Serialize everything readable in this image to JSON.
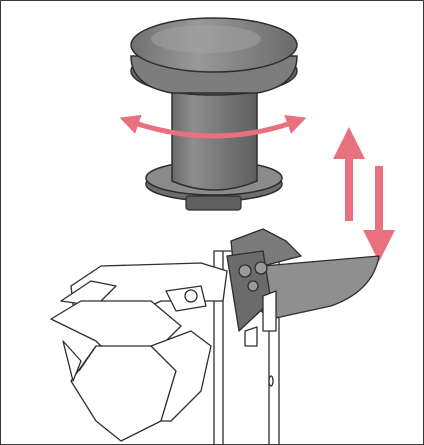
{
  "figure": {
    "parts": [
      {
        "name": "spool-knob",
        "color": "#8a8a8a"
      },
      {
        "name": "rotation-arrow",
        "color": "#e8707f"
      },
      {
        "name": "vertical-movement-arrows",
        "color": "#e8707f"
      },
      {
        "name": "holder-base-assembly",
        "color": "#8f8f8f"
      }
    ],
    "colors": {
      "knob_dark": "#6f6f6f",
      "knob_mid": "#8a8a8a",
      "knob_light": "#a8a8a8",
      "outline": "#2e2e2e",
      "arrow": "#e8707f"
    }
  }
}
